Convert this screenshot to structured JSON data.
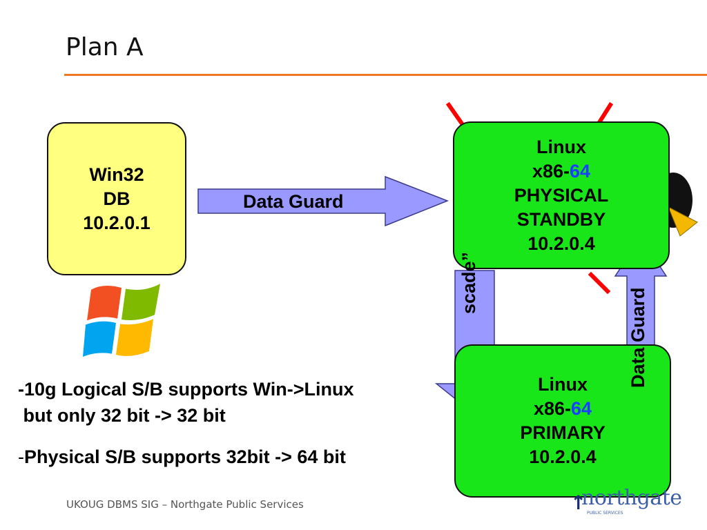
{
  "slide": {
    "title": "Plan A",
    "footer": "UKOUG DBMS SIG – Northgate Public Services"
  },
  "boxes": {
    "win": {
      "line1": "Win32",
      "line2": "DB",
      "line3": "10.2.0.1"
    },
    "standby": {
      "line1": "Linux",
      "line2_prefix": "x86-",
      "line2_suffix": "64",
      "line3": "PHYSICAL",
      "line4": "STANDBY",
      "line5": "10.2.0.4"
    },
    "primary": {
      "line1": "Linux",
      "line2_prefix": "x86-",
      "line2_suffix": "64",
      "line3": "PRIMARY",
      "line4": "10.2.0.4"
    }
  },
  "arrows": {
    "horizontal_label": "Data Guard",
    "cascade_label": "scade”",
    "vertical_label": "Data Guard"
  },
  "bullets": {
    "b1_line1": "-10g Logical S/B supports Win->Linux",
    "b1_line2": " but only 32 bit -> 32 bit",
    "b2_dash": "-",
    "b2_text": "Physical S/B supports 32bit -> 64 bit"
  },
  "logo": {
    "text": "northgate",
    "subtext": "PUBLIC SERVICES"
  },
  "colors": {
    "accent_rule": "#f07820",
    "win_box": "#ffff80",
    "linux_box": "#19e619",
    "arrow_fill": "#9999ff",
    "cross": "#ff0000",
    "highlight_blue": "#1a40ff"
  }
}
